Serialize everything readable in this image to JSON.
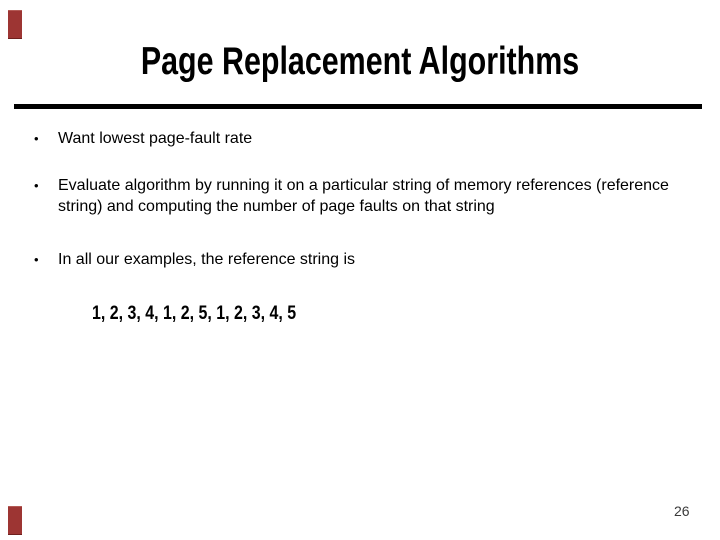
{
  "slide": {
    "title": "Page Replacement Algorithms",
    "bullet_glyph": "•",
    "bullets": [
      "Want lowest page-fault rate",
      "Evaluate algorithm by running it on a particular string of memory references (reference string) and computing the number of page faults on that string",
      "In all our examples, the reference string is"
    ],
    "reference_string": "1, 2, 3, 4, 1, 2, 5, 1, 2, 3, 4, 5",
    "page_number": "26",
    "colors": {
      "background": "#ffffff",
      "text": "#000000",
      "divider": "#000000",
      "accent_mark": "#9d3533",
      "page_number": "#3a3a3a"
    }
  }
}
